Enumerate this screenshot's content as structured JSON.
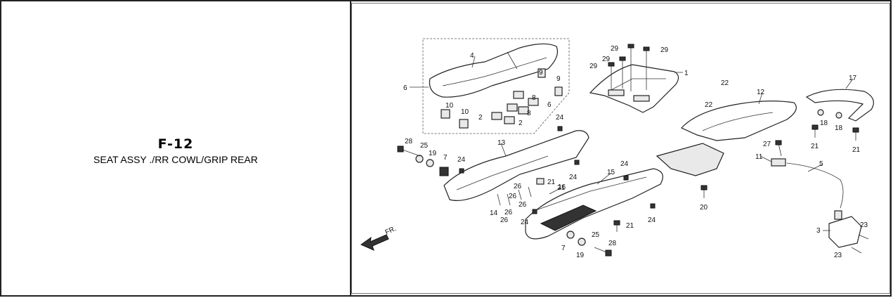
{
  "page": {
    "code": "F-12",
    "title": "SEAT ASSY ./RR COWL/GRIP REAR"
  },
  "diagram": {
    "direction_label": "FR.",
    "callouts": [
      "1",
      "2",
      "2",
      "3",
      "4",
      "5",
      "6",
      "6",
      "7",
      "7",
      "8",
      "8",
      "9",
      "9",
      "10",
      "10",
      "11",
      "12",
      "13",
      "14",
      "15",
      "16",
      "17",
      "18",
      "18",
      "19",
      "19",
      "20",
      "21",
      "21",
      "21",
      "21",
      "21",
      "22",
      "22",
      "23",
      "23",
      "24",
      "24",
      "24",
      "24",
      "24",
      "24",
      "25",
      "25",
      "26",
      "26",
      "26",
      "26",
      "26",
      "27",
      "28",
      "28",
      "29",
      "29",
      "29",
      "29"
    ]
  },
  "colors": {
    "border": "#222222",
    "line_art": "#222222",
    "background": "#ffffff"
  }
}
